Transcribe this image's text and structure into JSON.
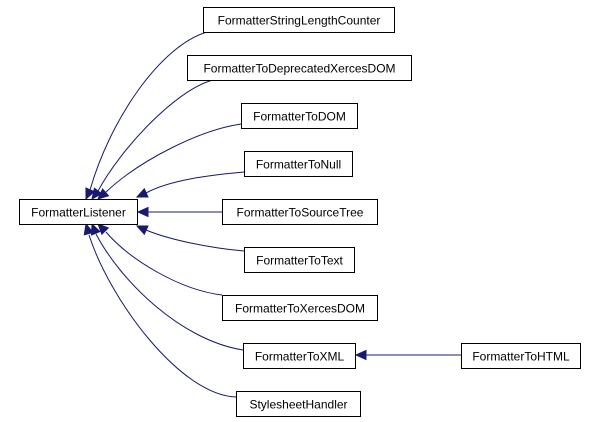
{
  "diagram": {
    "type": "class-inheritance-graph",
    "edge_color": "#191970",
    "nodes": [
      {
        "id": "FormatterListener",
        "label": "FormatterListener"
      },
      {
        "id": "FormatterStringLengthCounter",
        "label": "FormatterStringLengthCounter"
      },
      {
        "id": "FormatterToDeprecatedXercesDOM",
        "label": "FormatterToDeprecatedXercesDOM"
      },
      {
        "id": "FormatterToDOM",
        "label": "FormatterToDOM"
      },
      {
        "id": "FormatterToNull",
        "label": "FormatterToNull"
      },
      {
        "id": "FormatterToSourceTree",
        "label": "FormatterToSourceTree"
      },
      {
        "id": "FormatterToText",
        "label": "FormatterToText"
      },
      {
        "id": "FormatterToXercesDOM",
        "label": "FormatterToXercesDOM"
      },
      {
        "id": "FormatterToXML",
        "label": "FormatterToXML"
      },
      {
        "id": "StylesheetHandler",
        "label": "StylesheetHandler"
      },
      {
        "id": "FormatterToHTML",
        "label": "FormatterToHTML"
      }
    ],
    "edges": [
      {
        "from": "FormatterStringLengthCounter",
        "to": "FormatterListener"
      },
      {
        "from": "FormatterToDeprecatedXercesDOM",
        "to": "FormatterListener"
      },
      {
        "from": "FormatterToDOM",
        "to": "FormatterListener"
      },
      {
        "from": "FormatterToNull",
        "to": "FormatterListener"
      },
      {
        "from": "FormatterToSourceTree",
        "to": "FormatterListener"
      },
      {
        "from": "FormatterToText",
        "to": "FormatterListener"
      },
      {
        "from": "FormatterToXercesDOM",
        "to": "FormatterListener"
      },
      {
        "from": "FormatterToXML",
        "to": "FormatterListener"
      },
      {
        "from": "StylesheetHandler",
        "to": "FormatterListener"
      },
      {
        "from": "FormatterToHTML",
        "to": "FormatterToXML"
      }
    ]
  }
}
